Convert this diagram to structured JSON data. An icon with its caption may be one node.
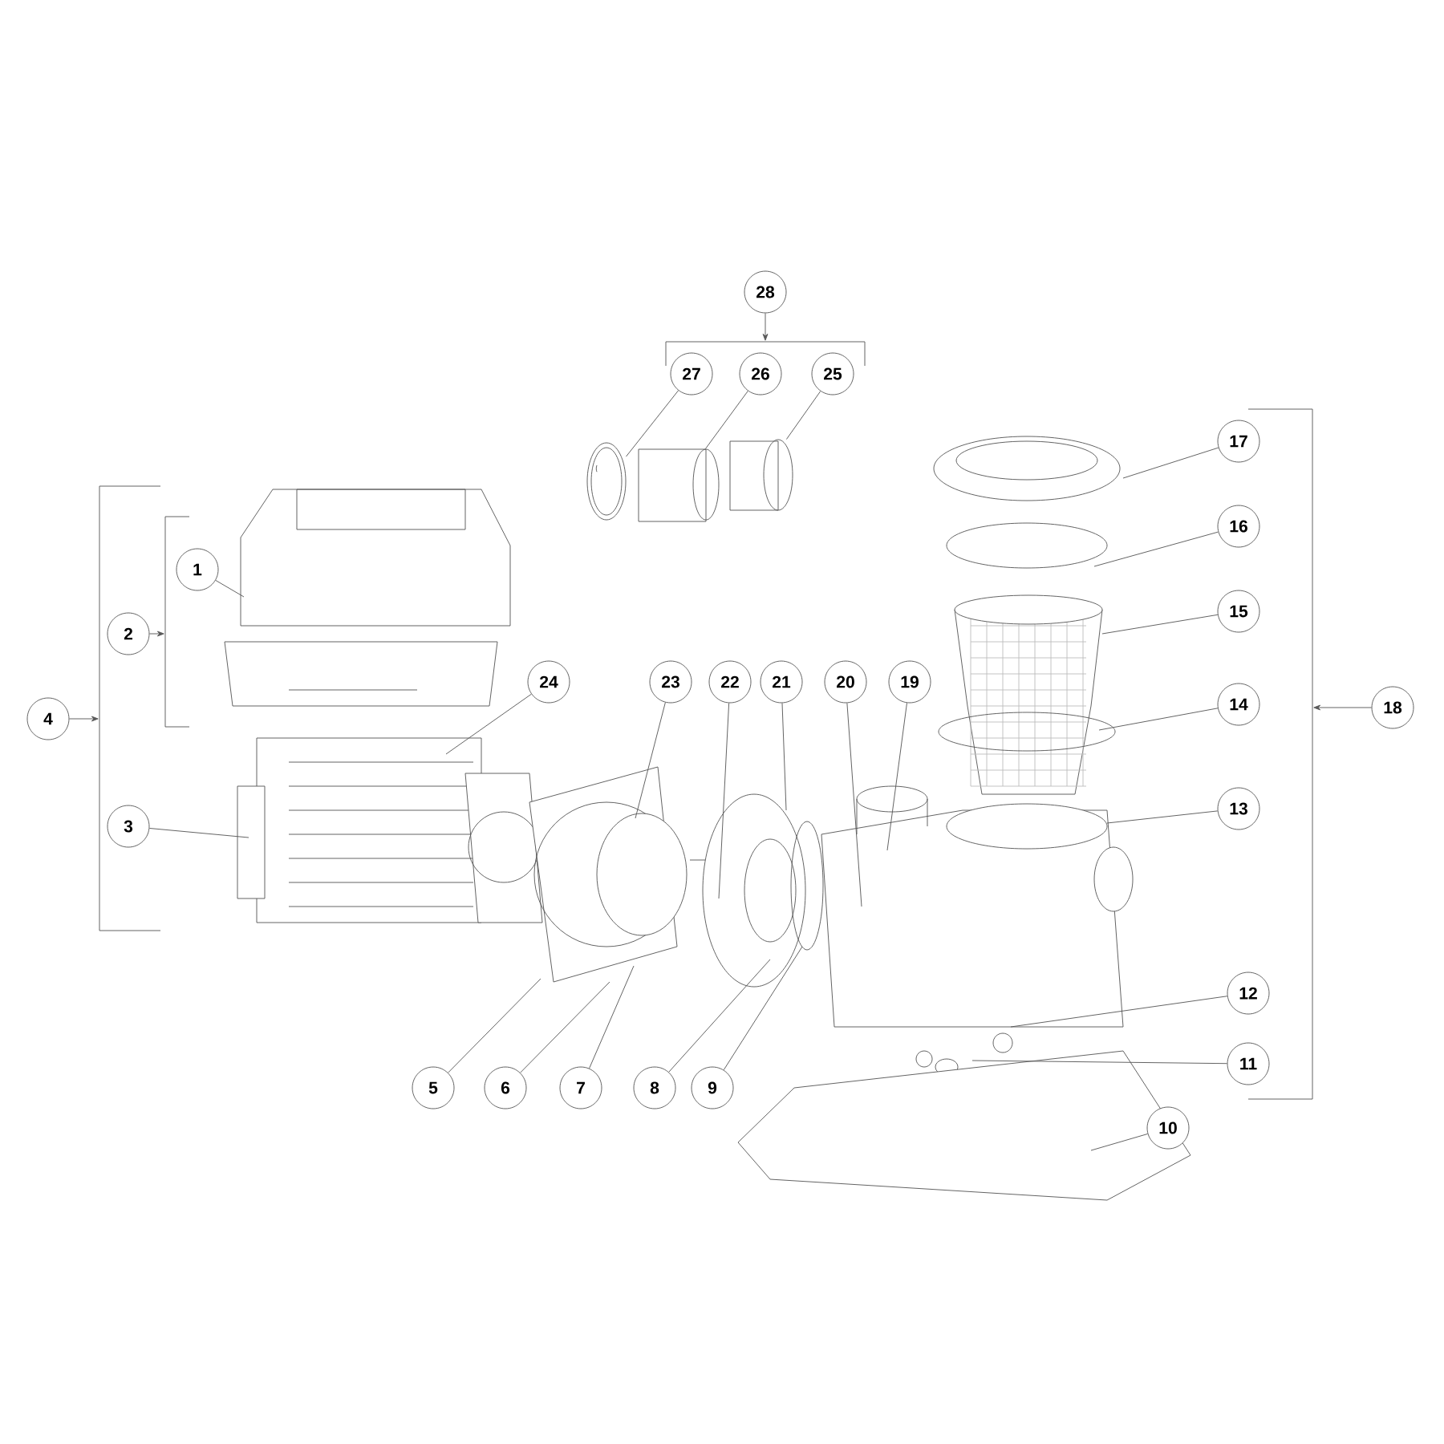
{
  "diagram": {
    "nodes": [
      {
        "text": [
          "1"
        ]
      },
      {
        "text": [
          "2"
        ],
        "in": 28
      },
      {
        "text": [
          "3"
        ],
        "in": 28
      },
      {
        "text": [
          "4"
        ]
      },
      {
        "text": [
          "5"
        ]
      },
      {
        "text": [
          "6"
        ]
      },
      {
        "text": [
          "7"
        ]
      },
      {
        "text": [
          "8"
        ]
      },
      {
        "text": [
          "9"
        ]
      },
      {
        "text": [
          "10"
        ]
      },
      {
        "text": [
          "11"
        ]
      },
      {
        "text": [
          "12"
        ]
      },
      {
        "text": [
          "13"
        ]
      },
      {
        "text": [
          "14"
        ]
      },
      {
        "text": [
          "15"
        ]
      },
      {
        "text": [
          "16"
        ]
      },
      {
        "text": [
          "17"
        ]
      },
      {
        "text": [
          "18"
        ]
      },
      {
        "text": [
          "19"
        ]
      },
      {
        "text": [
          "20"
        ]
      },
      {
        "text": [
          "21"
        ]
      },
      {
        "text": [
          "22"
        ]
      },
      {
        "text": [
          "23"
        ]
      },
      {
        "text": [
          "24"
        ]
      },
      {
        "text": [
          "25"
        ]
      },
      {
        "text": [
          "26"
        ]
      },
      {
        "text": [
          "27"
        ]
      },
      {
        "text": [
          "28"
        ]
      },
      {
        "text": [],
        "shape": "bracket"
      },
      {
        "text": [],
        "shape": "bracket"
      },
      {
        "text": [],
        "shape": "bracket"
      },
      {
        "text": [],
        "shape": "bracket"
      },
      {
        "text": [],
        "shape": "picture"
      },
      {
        "text": [],
        "shape": "picture"
      },
      {
        "text": [],
        "shape": "picture"
      }
    ],
    "edges": [
      {
        "from": 0,
        "to": null,
        "arrow": "none"
      },
      {
        "from": 1,
        "to": 29,
        "arrow": "to"
      },
      {
        "from": 2,
        "to": null,
        "arrow": "none"
      },
      {
        "from": 3,
        "to": 28,
        "arrow": "to"
      },
      {
        "from": 4,
        "to": null,
        "arrow": "none"
      },
      {
        "from": 5,
        "to": null,
        "arrow": "none"
      },
      {
        "from": 6,
        "to": null,
        "arrow": "none"
      },
      {
        "from": 7,
        "to": null,
        "arrow": "none"
      },
      {
        "from": 8,
        "to": null,
        "arrow": "none"
      },
      {
        "from": 9,
        "to": null,
        "arrow": "none"
      },
      {
        "from": 10,
        "to": null,
        "arrow": "none"
      },
      {
        "from": 11,
        "to": null,
        "arrow": "none"
      },
      {
        "from": 12,
        "to": null,
        "arrow": "none"
      },
      {
        "from": 13,
        "to": null,
        "arrow": "none"
      },
      {
        "from": 14,
        "to": null,
        "arrow": "none"
      },
      {
        "from": 15,
        "to": null,
        "arrow": "none"
      },
      {
        "from": 16,
        "to": null,
        "arrow": "none"
      },
      {
        "from": 17,
        "to": 30,
        "arrow": "to"
      },
      {
        "from": 18,
        "to": null,
        "arrow": "none"
      },
      {
        "from": 19,
        "to": null,
        "arrow": "none"
      },
      {
        "from": 20,
        "to": null,
        "arrow": "none"
      },
      {
        "from": 21,
        "to": null,
        "arrow": "none"
      },
      {
        "from": 22,
        "to": null,
        "arrow": "none"
      },
      {
        "from": 23,
        "to": null,
        "arrow": "none"
      },
      {
        "from": 24,
        "to": 34,
        "arrow": "none"
      },
      {
        "from": 25,
        "to": 33,
        "arrow": "none"
      },
      {
        "from": 26,
        "to": 32,
        "arrow": "none"
      },
      {
        "from": 27,
        "to": 31,
        "arrow": "to"
      }
    ]
  }
}
